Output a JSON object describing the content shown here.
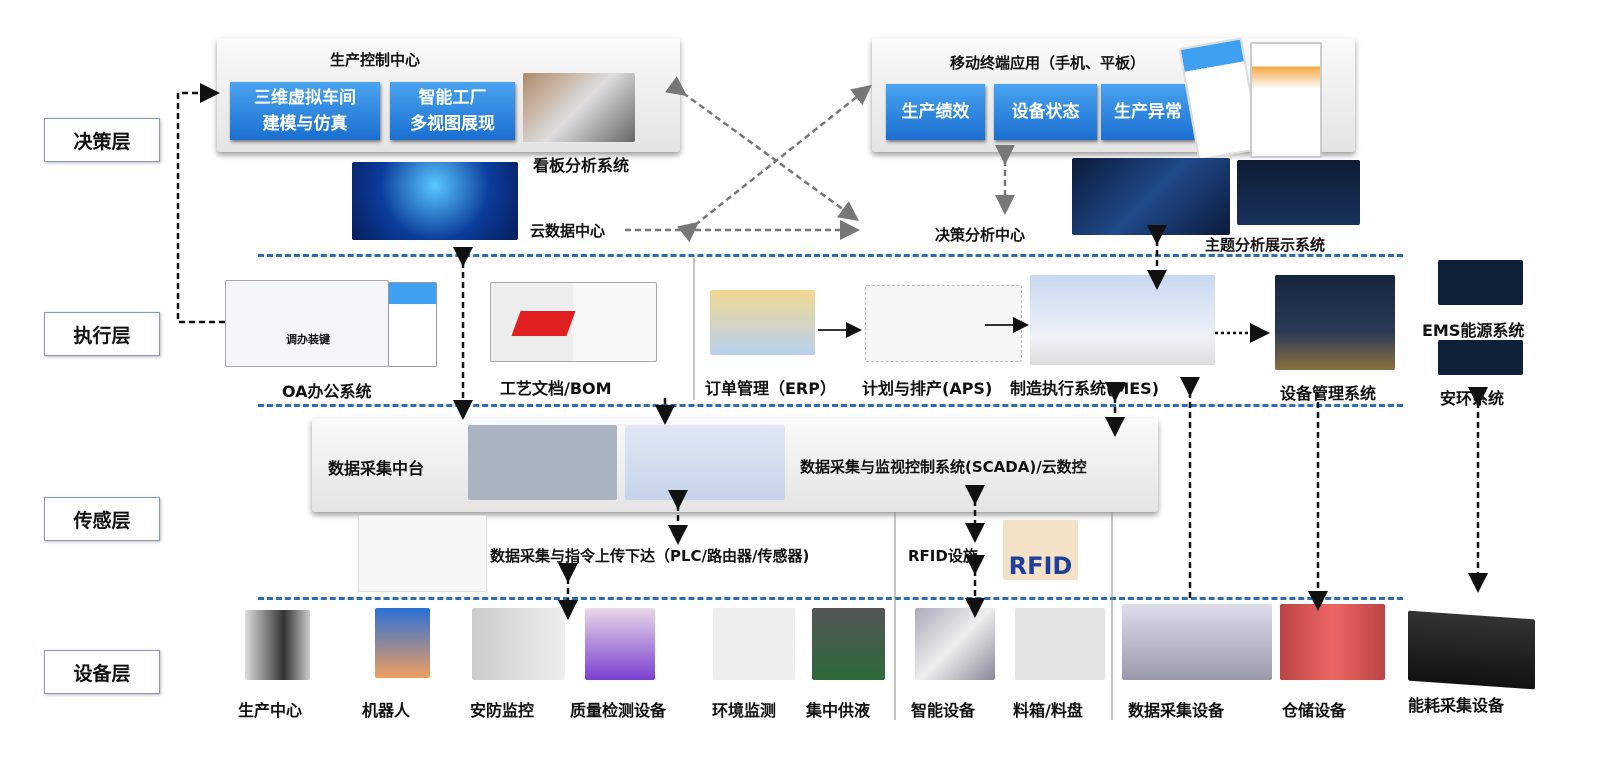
{
  "layers": [
    "决策层",
    "执行层",
    "传感层",
    "设备层"
  ],
  "decision": {
    "control_center": {
      "title": "生产控制中心",
      "modules": [
        "三维虚拟车间\n建模与仿真",
        "智能工厂\n多视图展现"
      ],
      "kanban": "看板分析系统"
    },
    "cloud": "云数据中心",
    "mobile": {
      "title": "移动终端应用（手机、平板）",
      "modules": [
        "生产绩效",
        "设备状态",
        "生产异常"
      ]
    },
    "decision_center": "决策分析中心",
    "theme_display": "主题分析展示系统"
  },
  "execution": {
    "oa": "OA办公系统",
    "bom": "工艺文档/BOM",
    "erp": "订单管理（ERP）",
    "aps": "计划与排产(APS)",
    "mes": "制造执行系统(MES)",
    "equipment": "设备管理系统",
    "ems": "EMS能源系统",
    "safety": "安环系统",
    "oa_screen_text": "调办装键"
  },
  "sensing": {
    "platform": "数据采集中台",
    "scada": "数据采集与监视控制系统(SCADA)/云数控",
    "upload": "数据采集与指令上传下达（PLC/路由器/传感器)",
    "rfid": "RFID设施",
    "rfid_logo": "RFID"
  },
  "devices": [
    "生产中心",
    "机器人",
    "安防监控",
    "质量检测设备",
    "环境监测",
    "集中供液",
    "智能设备",
    "料箱/料盘",
    "数据采集设备",
    "仓储设备",
    "能耗采集设备"
  ],
  "colors": {
    "accent": "#2b6cb5",
    "button": "#1a6fd0"
  }
}
